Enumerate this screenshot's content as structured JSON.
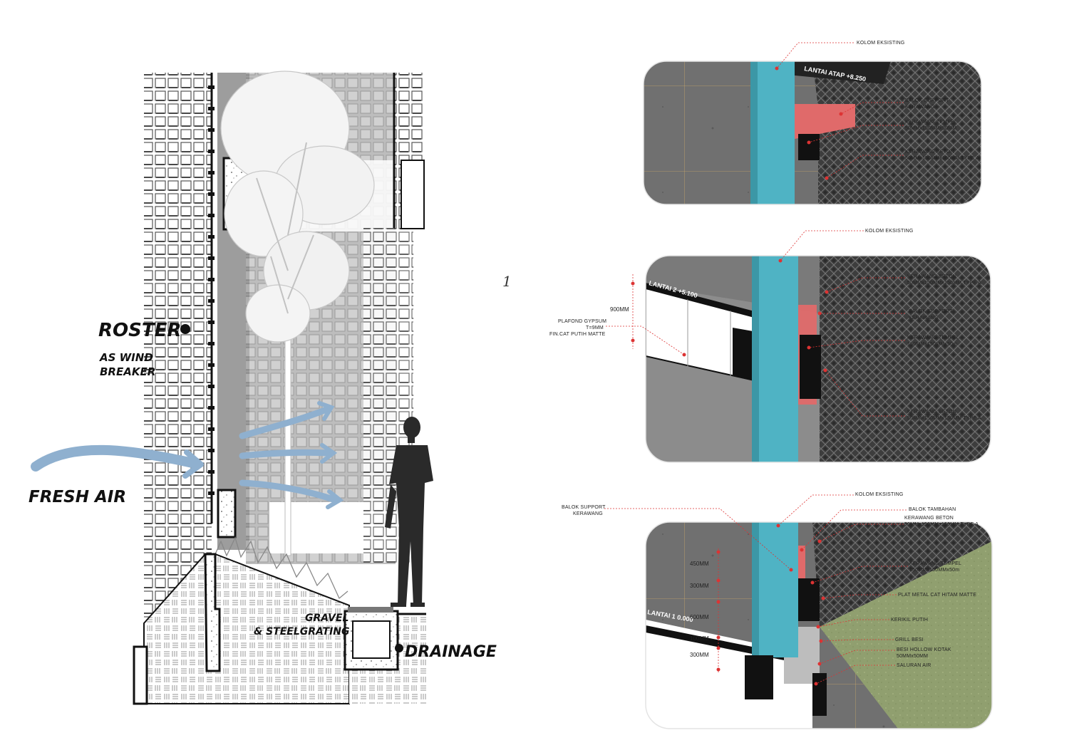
{
  "section_labels": {
    "roster": "ROSTER",
    "wind_line1": "AS WIND",
    "wind_line2": "BREAKER",
    "fresh_air": "FRESH AIR",
    "gravel_line1": "GRAVEL",
    "gravel_line2": "& STEELGRATING",
    "drainage": "DRAINAGE"
  },
  "sheet_number": "1",
  "detail_top": {
    "floor_label": "LANTAI ATAP +8.250",
    "callouts": [
      {
        "id": "kolom",
        "lines": [
          "KOLOM EKSISTING"
        ]
      },
      {
        "id": "balok",
        "lines": [
          "BALOK SUPPORT",
          "KERAWANG"
        ]
      },
      {
        "id": "tempel",
        "lines": [
          "KERAWANG TEMPEL",
          "50MMx150MMx50MM"
        ]
      },
      {
        "id": "beton",
        "lines": [
          "KERAWANG BETON",
          "50MMx150MMx150MM TYPE A"
        ]
      }
    ]
  },
  "detail_mid": {
    "floor_label": "LANTAI 2 +5.100",
    "left_callout": [
      "PLAFOND GYPSUM",
      "T=9MM",
      "FIN.CAT PUTIH MATTE"
    ],
    "dimension": "900MM",
    "callouts": [
      {
        "id": "kolom",
        "lines": [
          "KOLOM EKSISTING"
        ]
      },
      {
        "id": "beton1",
        "lines": [
          "KERAWANG BETON",
          "50MMx150MMx150MM TYPE A"
        ]
      },
      {
        "id": "balok",
        "lines": [
          "BALOK SUPPORT",
          "KERAWANG"
        ]
      },
      {
        "id": "tempel",
        "lines": [
          "KERAWANG TEMPEL",
          "150MMx150MMx50m"
        ]
      },
      {
        "id": "beton2",
        "lines": [
          "KERAWANG BETON",
          "50MMx150MMx150MM TYPE A"
        ]
      }
    ]
  },
  "detail_bot": {
    "floor_label": "LANTAI 1 0.000",
    "left_callout": [
      "BALOK SUPPORT",
      "KERAWANG"
    ],
    "dimensions": [
      "450MM",
      "300MM",
      "600MM",
      "100MM",
      "300MM"
    ],
    "callouts": [
      {
        "id": "kolom",
        "lines": [
          "KOLOM EKSISTING"
        ]
      },
      {
        "id": "tambahan",
        "lines": [
          "BALOK TAMBAHAN"
        ]
      },
      {
        "id": "beton",
        "lines": [
          "KERAWANG BETON",
          "50MMx150MMx150MM TYPE A"
        ]
      },
      {
        "id": "tempel",
        "lines": [
          "KERAWANG TEMPEL",
          "150MMx150MMx50m"
        ]
      },
      {
        "id": "plat",
        "lines": [
          "PLAT METAL CAT HITAM MATTE"
        ]
      },
      {
        "id": "kerikil",
        "lines": [
          "KERIKIL PUTIH"
        ]
      },
      {
        "id": "grill",
        "lines": [
          "GRILL BESI"
        ]
      },
      {
        "id": "hollow",
        "lines": [
          "BESI HOLLOW KOTAK",
          "50MMx50MM"
        ]
      },
      {
        "id": "saluran",
        "lines": [
          "SALURAN AIR"
        ]
      }
    ]
  },
  "colors": {
    "column": "#4fb3c4",
    "beam": "#e06a6a",
    "concrete": "#6e6e6e",
    "grass": "#8f9f6e",
    "air": "#8fb0cf",
    "leader": "#d33333"
  }
}
